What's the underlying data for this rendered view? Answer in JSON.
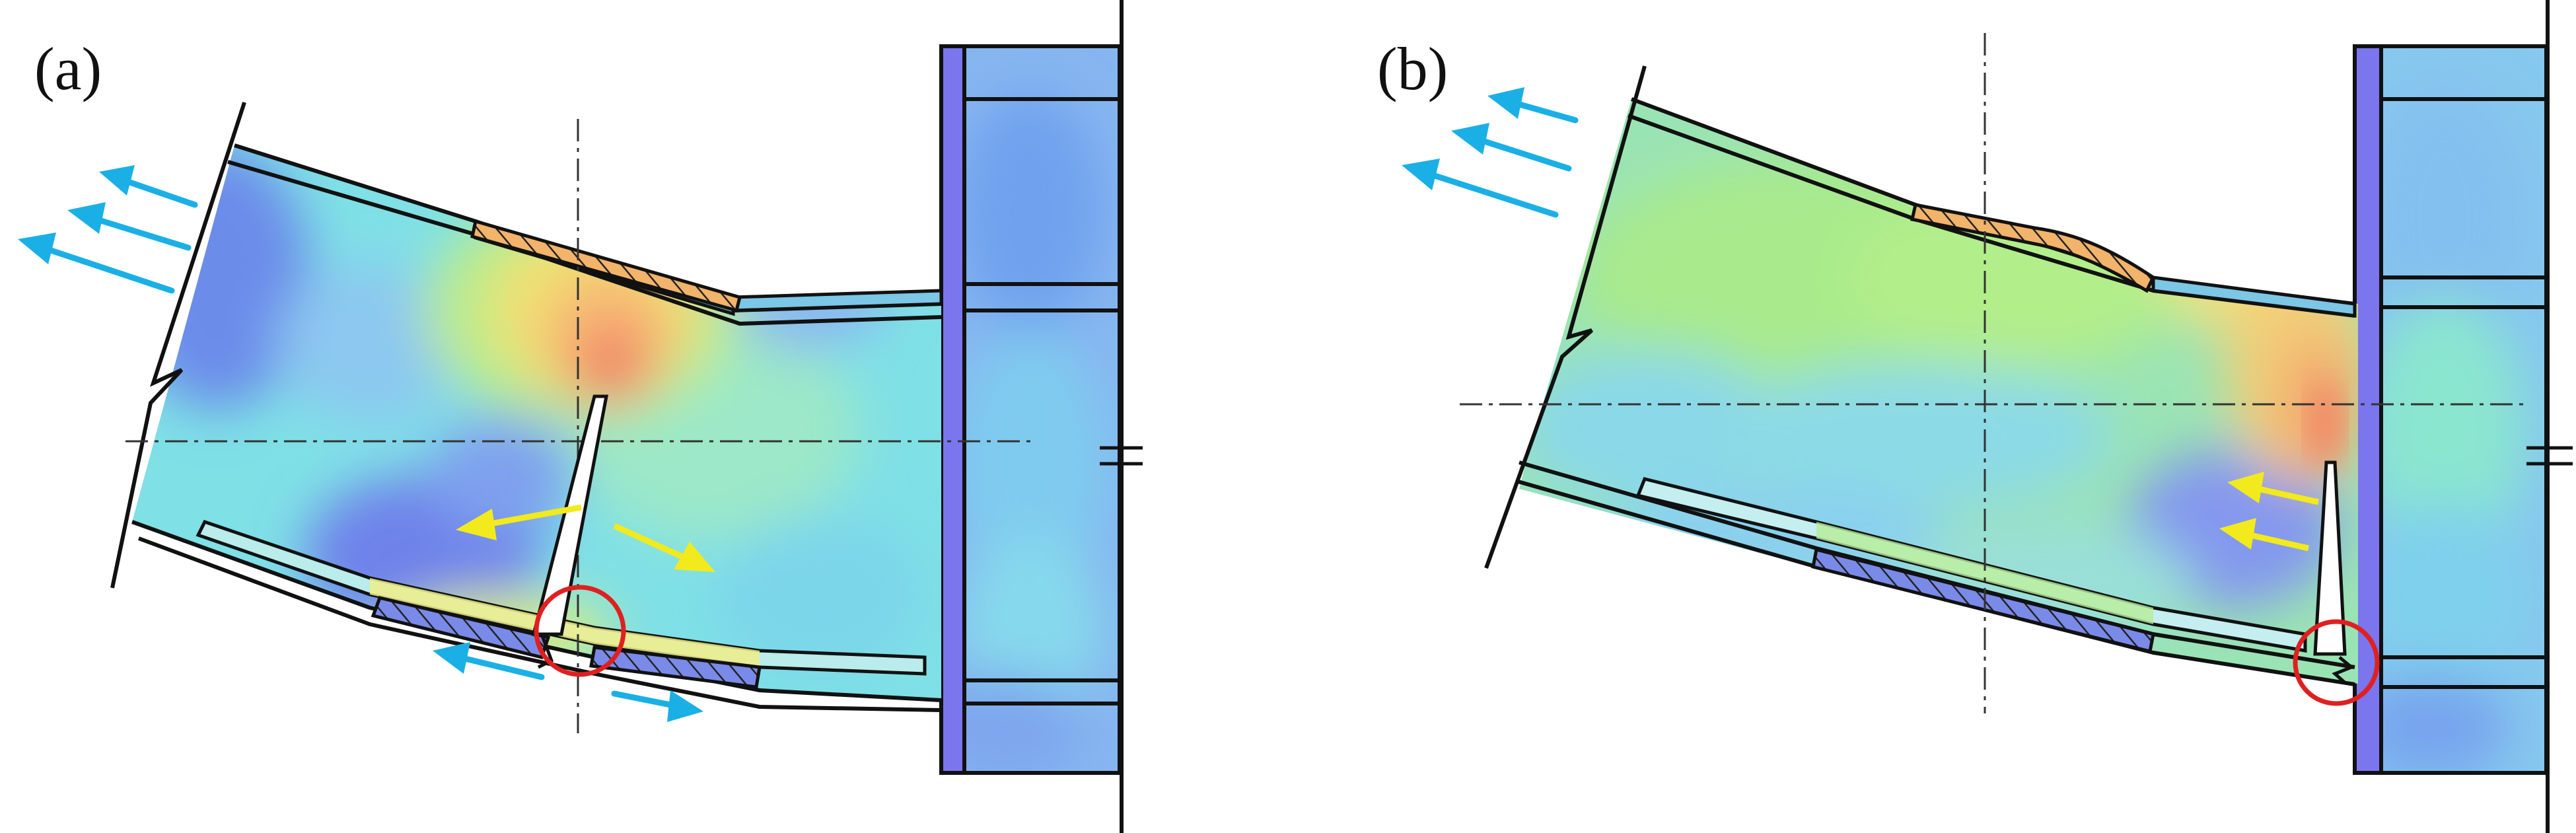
{
  "panels": [
    {
      "id": "a",
      "label": "(a)"
    },
    {
      "id": "b",
      "label": "(b)"
    }
  ],
  "colors": {
    "tension_arrow": "#1ab0e6",
    "crack_opening_arrow": "#f2ea1c",
    "fracture_marker": "#e02020",
    "outline": "#111111",
    "column_flange": "#7b75ee",
    "contour_low": "#6c82ea",
    "contour_mid": "#79e8e0",
    "contour_high": "#f59a6e"
  },
  "icons": {
    "tension_arrow": "arrow-left-icon",
    "crack_opening_arrow": "arrow-icon",
    "fracture_marker": "circle-marker-icon",
    "break_line": "zigzag-break-icon"
  }
}
